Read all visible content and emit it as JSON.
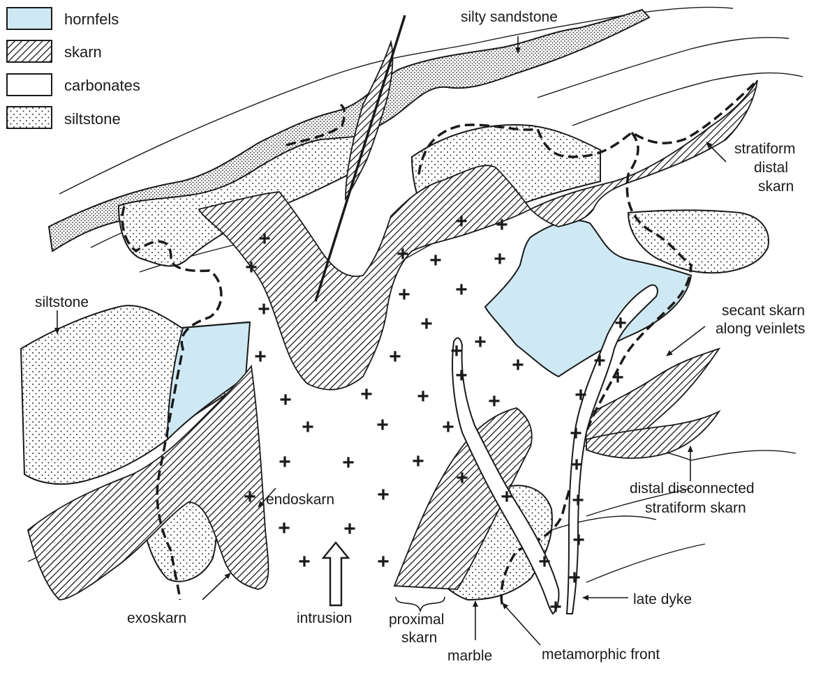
{
  "legend": {
    "items": [
      {
        "label": "hornfels",
        "pattern": "hornfels"
      },
      {
        "label": "skarn",
        "pattern": "skarn"
      },
      {
        "label": "carbonates",
        "pattern": "carbonates"
      },
      {
        "label": "siltstone",
        "pattern": "siltstone"
      }
    ]
  },
  "labels": {
    "silty_sandstone": "silty sandstone",
    "stratiform_1": "stratiform",
    "stratiform_2": "distal",
    "stratiform_3": "skarn",
    "siltstone": "siltstone",
    "secant_1": "secant skarn",
    "secant_2": "along veinlets",
    "distal_disc_1": "distal disconnected",
    "distal_disc_2": "stratiform skarn",
    "endoskarn": "endoskarn",
    "exoskarn": "exoskarn",
    "intrusion": "intrusion",
    "proximal_1": "proximal",
    "proximal_2": "skarn",
    "marble": "marble",
    "metamorphic_front": "metamorphic front",
    "late_dyke": "late dyke"
  },
  "colors": {
    "hornfels": "#cfe9f4",
    "line": "#1a1a1a",
    "background": "#ffffff"
  }
}
